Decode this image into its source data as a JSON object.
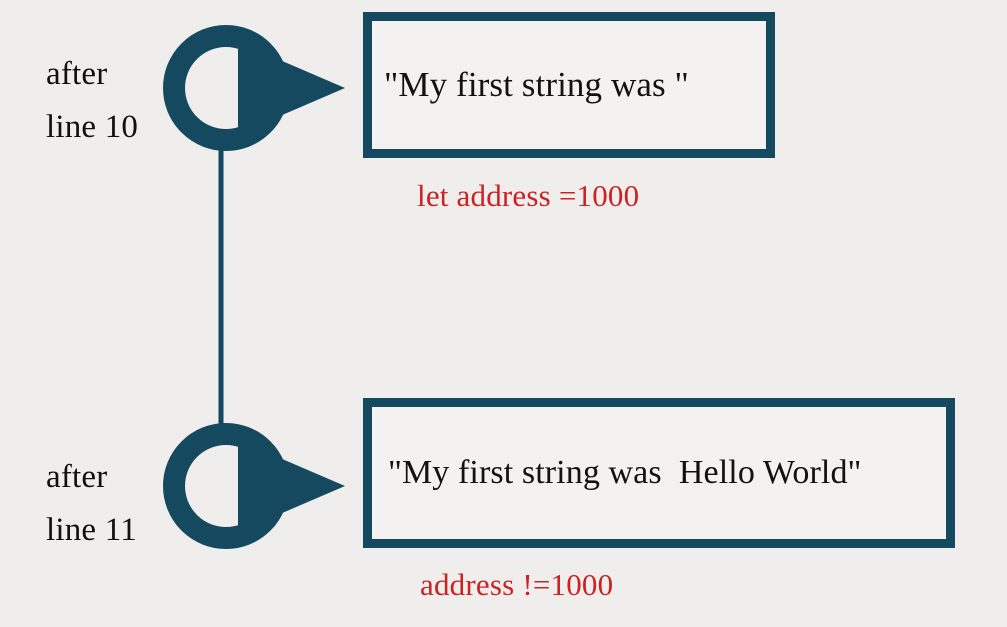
{
  "diagram": {
    "type": "state-timeline",
    "background_color": "#efeeec",
    "accent_color": "#14495f",
    "annotation_color": "#cc2222",
    "text_color": "#121212"
  },
  "nodes": [
    {
      "id": "after-line-10",
      "label_line_1": "after",
      "label_line_2": "line 10",
      "icon": "ring-node-with-pointer",
      "value": "\"My first string was \"",
      "annotation": "let address =1000"
    },
    {
      "id": "after-line-11",
      "label_line_1": "after",
      "label_line_2": "line 11",
      "icon": "ring-node-with-pointer",
      "value": "\"My first string was  Hello World\"",
      "annotation": "address !=1000"
    }
  ],
  "connector": {
    "name": "vertical-timeline-connector",
    "from": "after-line-10",
    "to": "after-line-11"
  }
}
